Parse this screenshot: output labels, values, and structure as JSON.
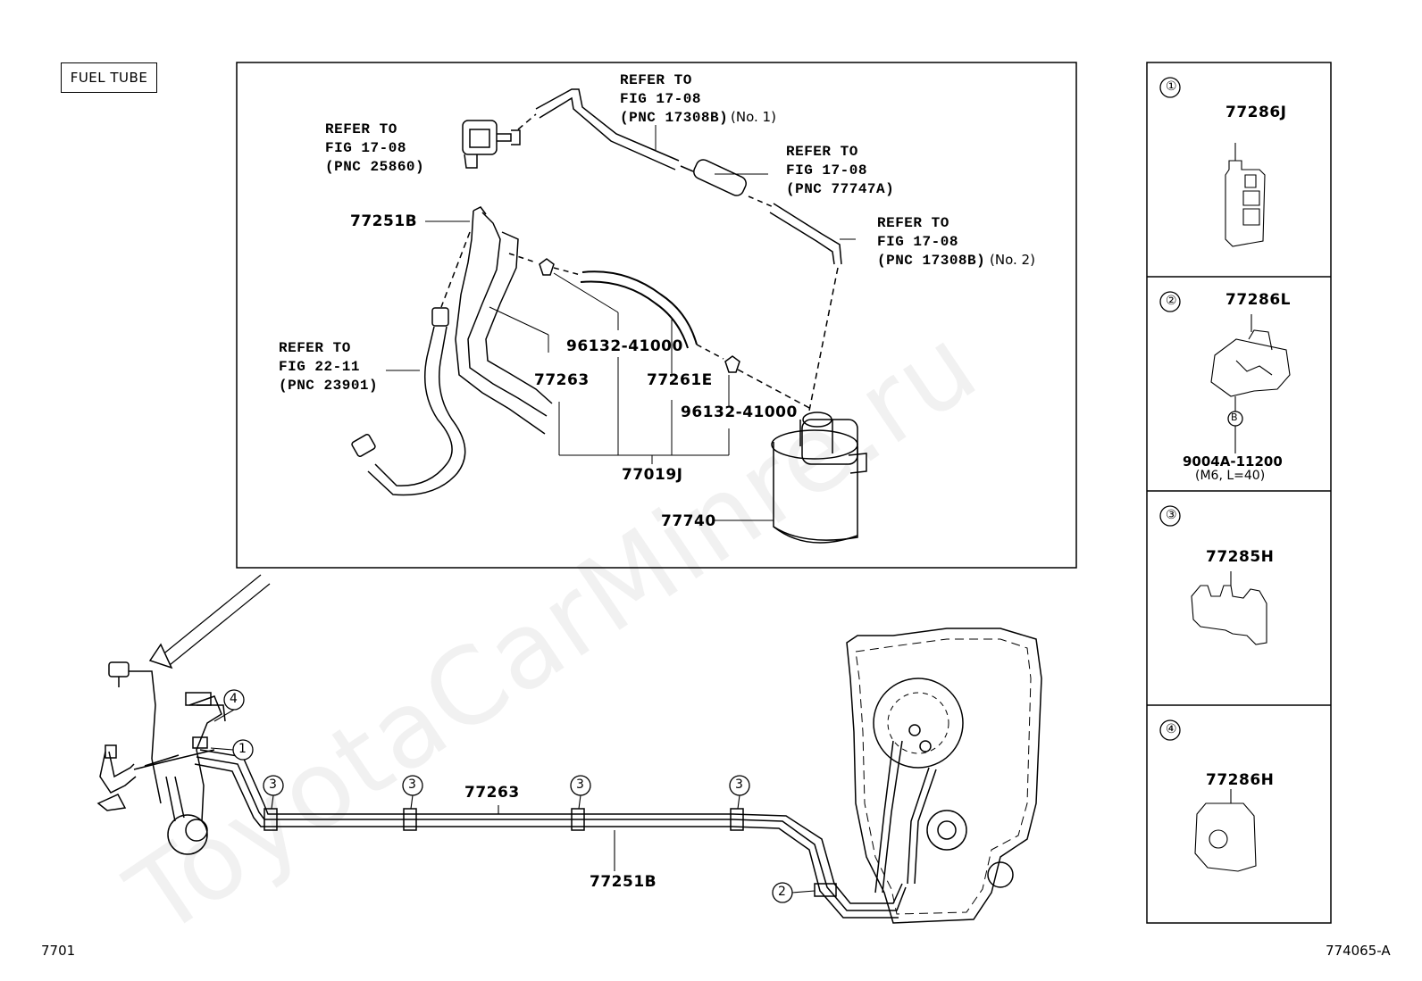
{
  "title_box": "FUEL TUBE",
  "watermark": "ToyotaCarMinre.ru",
  "refs": {
    "r1": "REFER TO\nFIG 17-08\n(PNC 17308B)",
    "r1_suffix": "(No. 1)",
    "r2": "REFER TO\nFIG 17-08\n(PNC 25860)",
    "r3": "REFER TO\nFIG 17-08\n(PNC 77747A)",
    "r4": "REFER TO\nFIG 17-08\n(PNC 17308B)",
    "r4_suffix": "(No. 2)",
    "r5": "REFER TO\nFIG 22-11\n(PNC 23901)"
  },
  "parts": {
    "p77251b_top": "77251B",
    "p96132_a": "96132-41000",
    "p77263_top": "77263",
    "p77261e": "77261E",
    "p96132_b": "96132-41000",
    "p77019j": "77019J",
    "p77740": "77740",
    "p77263_bottom": "77263",
    "p77251b_bottom": "77251B"
  },
  "side_panels": [
    {
      "num": "①",
      "part": "77286J"
    },
    {
      "num": "②",
      "part": "77286L",
      "bolt_mark": "B",
      "bolt": "9004A-11200",
      "bolt_spec": "(M6, L=40)"
    },
    {
      "num": "③",
      "part": "77285H"
    },
    {
      "num": "④",
      "part": "77286H"
    }
  ],
  "callouts": {
    "c1": "1",
    "c2": "2",
    "c3": "3",
    "c4": "4"
  },
  "footer": {
    "left": "7701",
    "right": "774065-A"
  }
}
